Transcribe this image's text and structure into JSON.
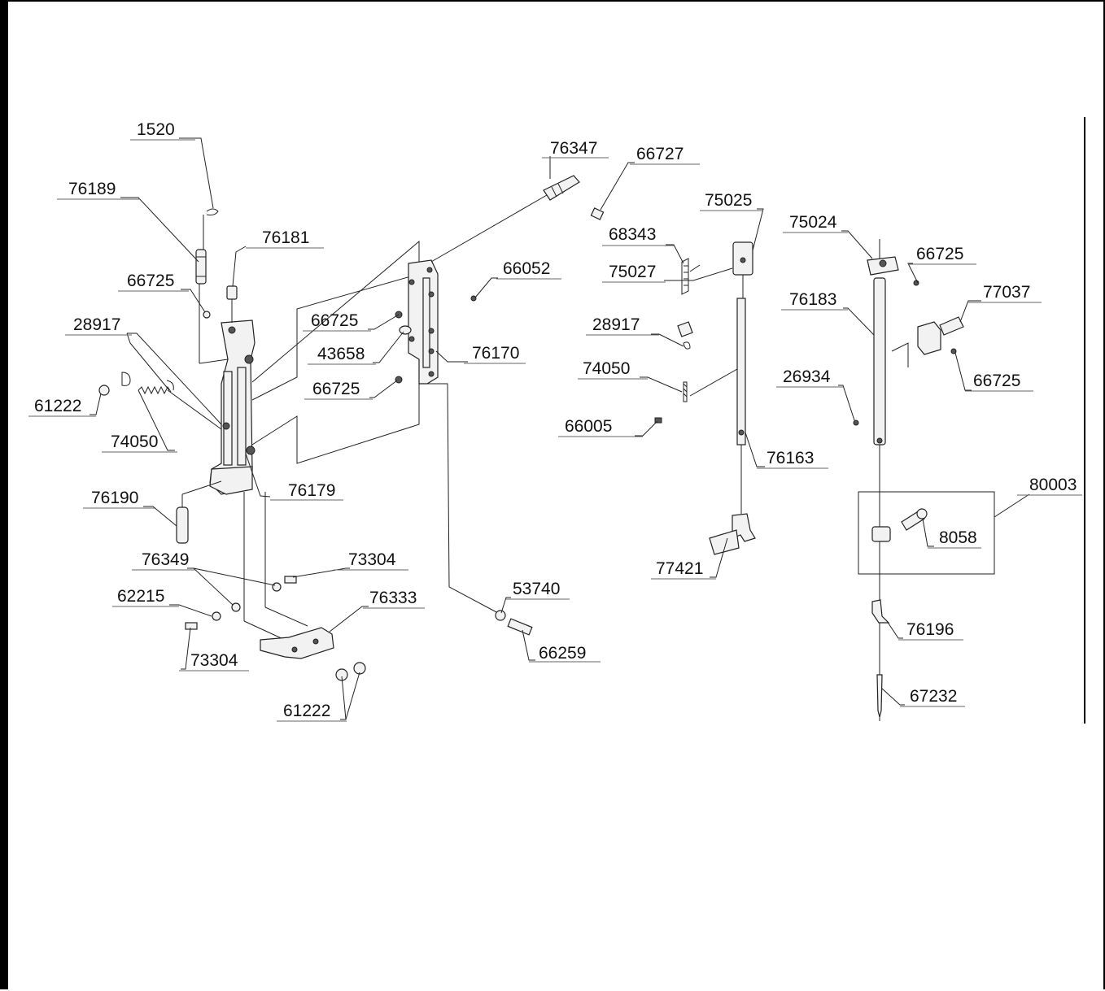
{
  "diagram": {
    "labels": {
      "p1520": "1520",
      "p76189": "76189",
      "p76181": "76181",
      "p66725_a": "66725",
      "p28917_a": "28917",
      "p61222_a": "61222",
      "p74050_a": "74050",
      "p76179": "76179",
      "p76190": "76190",
      "p76349": "76349",
      "p73304_a": "73304",
      "p62215": "62215",
      "p76333": "76333",
      "p73304_b": "73304",
      "p61222_b": "61222",
      "p76347": "76347",
      "p66727": "66727",
      "p66052": "66052",
      "p66725_b": "66725",
      "p43658": "43658",
      "p76170": "76170",
      "p66725_c": "66725",
      "p53740": "53740",
      "p66259": "66259",
      "p75025": "75025",
      "p68343": "68343",
      "p75027": "75027",
      "p28917_b": "28917",
      "p74050_b": "74050",
      "p66005": "66005",
      "p76163": "76163",
      "p77421": "77421",
      "p75024": "75024",
      "p66725_d": "66725",
      "p76183": "76183",
      "p77037": "77037",
      "p66725_e": "66725",
      "p26934": "26934",
      "p80003": "80003",
      "p8058": "8058",
      "p76196": "76196",
      "p67232": "67232"
    }
  }
}
